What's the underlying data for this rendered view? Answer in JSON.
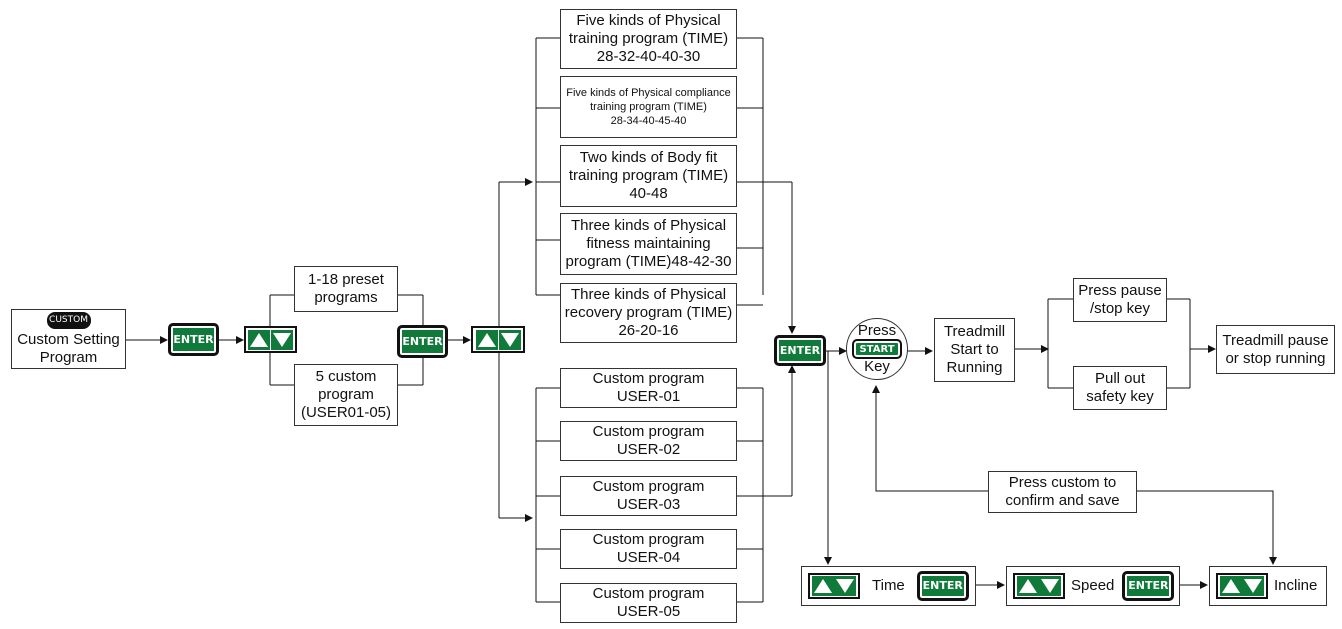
{
  "start_box": {
    "key_label": "CUSTOM",
    "line1": "Custom Setting",
    "line2": "Program"
  },
  "enter_label": "ENTER",
  "start_label": "START",
  "preset_box": {
    "line1": "1-18 preset",
    "line2": "programs"
  },
  "custom_box": {
    "line1": "5 custom",
    "line2": "program",
    "line3": "(USER01-05)"
  },
  "programs": [
    {
      "lines": [
        "Five kinds of Physical",
        "training program (TIME)",
        "28-32-40-40-30"
      ]
    },
    {
      "lines": [
        "Five kinds of Physical compliance",
        "training program (TIME)",
        "28-34-40-45-40"
      ]
    },
    {
      "lines": [
        "Two kinds of Body fit",
        "training program (TIME)",
        "40-48"
      ]
    },
    {
      "lines": [
        "Three kinds of Physical",
        "fitness maintaining",
        "program (TIME)48-42-30"
      ]
    },
    {
      "lines": [
        "Three kinds of Physical",
        "recovery program (TIME)",
        "26-20-16"
      ]
    }
  ],
  "users": [
    {
      "lines": [
        "Custom  program",
        "USER-01"
      ]
    },
    {
      "lines": [
        "Custom  program",
        "USER-02"
      ]
    },
    {
      "lines": [
        "Custom  program",
        "USER-03"
      ]
    },
    {
      "lines": [
        "Custom  program",
        "USER-04"
      ]
    },
    {
      "lines": [
        "Custom  program",
        "USER-05"
      ]
    }
  ],
  "press_key": {
    "top": "Press",
    "bottom": "Key"
  },
  "treadmill_start": {
    "line1": "Treadmill",
    "line2": "Start to",
    "line3": "Running"
  },
  "pause_key": {
    "line1": "Press pause",
    "line2": "/stop key"
  },
  "safety_key": {
    "line1": "Pull out",
    "line2": "safety key"
  },
  "treadmill_stop": {
    "line1": "Treadmill pause",
    "line2": "or stop running"
  },
  "confirm_box": {
    "line1": "Press  custom  to",
    "line2": "confirm  and  save"
  },
  "bottom_row": {
    "time": "Time",
    "speed": "Speed",
    "incline": "Incline"
  }
}
